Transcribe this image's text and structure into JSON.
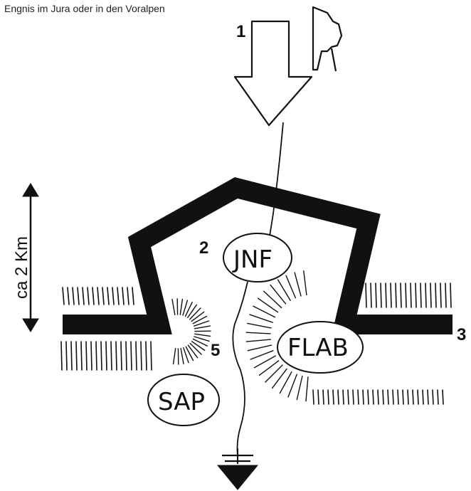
{
  "caption": "Engnis im Jura oder in den Voralpen",
  "labels": {
    "n1": "1",
    "n2": "2",
    "n3": "3",
    "n5": "5",
    "jnf": "JNF",
    "flab": "FLAB",
    "sap": "SAP",
    "distance": "ca 2 Km"
  },
  "colors": {
    "ink": "#111111",
    "paper": "#ffffff"
  },
  "icons": {
    "source": "ear-icon",
    "ground": "ground-arrow-icon"
  }
}
